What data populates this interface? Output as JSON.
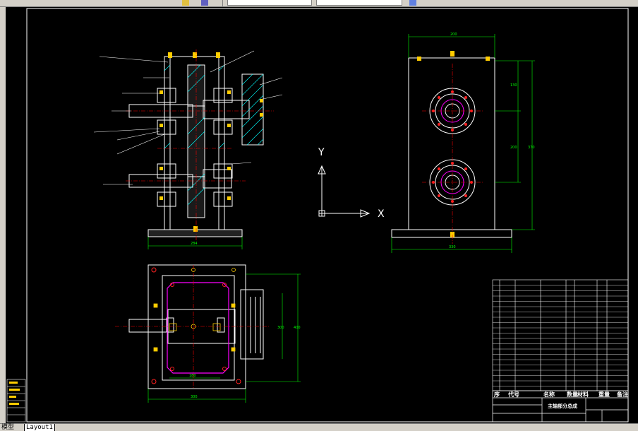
{
  "app": {
    "toolbar_icons": [
      "layer-icon",
      "properties-icon"
    ],
    "layout_tabs": [
      {
        "label": "模型",
        "active": false
      },
      {
        "label": "Layout1",
        "active": true
      }
    ]
  },
  "drawing": {
    "ucs": {
      "x_label": "X",
      "y_label": "Y"
    },
    "title_block": {
      "title": "主轴部分总成",
      "headers": {
        "seq": "序",
        "code": "代号",
        "name": "名称",
        "qty": "数量",
        "material": "材料",
        "weight": "重量",
        "note": "备注"
      }
    }
  },
  "colors": {
    "canvas": "#000000",
    "outline": "#ffffff",
    "dimension": "#00ff00",
    "centerline": "#ff0000",
    "hatch": "#00ffff",
    "highlight": "#ff00ff",
    "part": "#ffff00"
  }
}
